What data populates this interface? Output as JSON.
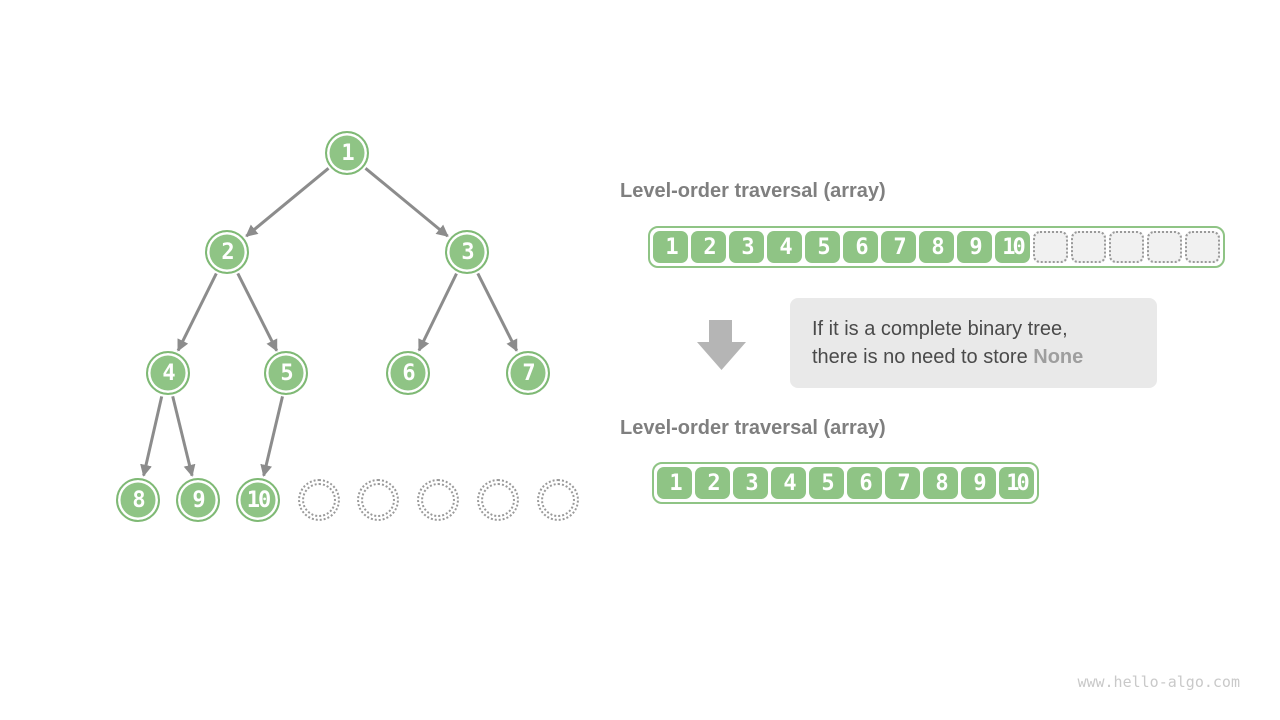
{
  "tree": {
    "nodes": [
      "1",
      "2",
      "3",
      "4",
      "5",
      "6",
      "7",
      "8",
      "9",
      "10"
    ],
    "empty_slot_count": 5
  },
  "array_full": {
    "heading": "Level-order traversal (array)",
    "values": [
      "1",
      "2",
      "3",
      "4",
      "5",
      "6",
      "7",
      "8",
      "9",
      "10"
    ],
    "empty_cell_count": 5
  },
  "note": {
    "line1": "If it is a complete binary tree,",
    "line2_prefix": "there is no need to store ",
    "line2_highlight": "None"
  },
  "array_compact": {
    "heading": "Level-order traversal (array)",
    "values": [
      "1",
      "2",
      "3",
      "4",
      "5",
      "6",
      "7",
      "8",
      "9",
      "10"
    ]
  },
  "watermark": "www.hello-algo.com",
  "colors": {
    "node_green": "#8FC485",
    "node_ring_white": "#FFFFFF",
    "edge_gray": "#8C8C8C",
    "big_arrow_gray": "#B5B5B5",
    "note_bg": "#E9E9E9",
    "note_text": "#4A4A4A",
    "note_highlight": "#9E9E9E",
    "heading_gray": "#7F7F7F",
    "empty_fill": "#F1F1F1",
    "dotted_gray": "#9A9A9A",
    "watermark_gray": "#C9C9C9"
  }
}
